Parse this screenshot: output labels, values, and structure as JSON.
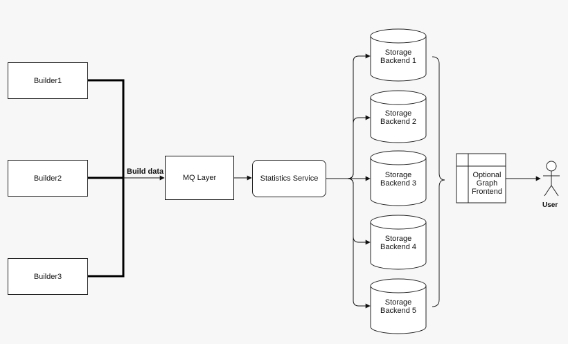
{
  "builders": [
    {
      "label": "Builder1"
    },
    {
      "label": "Builder2"
    },
    {
      "label": "Builder3"
    }
  ],
  "edge_label": "Build data",
  "mq_layer": {
    "label": "MQ Layer"
  },
  "statistics_service": {
    "label": "Statistics Service"
  },
  "storage_backends": [
    {
      "line1": "Storage",
      "line2": "Backend 1"
    },
    {
      "line1": "Storage",
      "line2": "Backend 2"
    },
    {
      "line1": "Storage",
      "line2": "Backend 3"
    },
    {
      "line1": "Storage",
      "line2": "Backend 4"
    },
    {
      "line1": "Storage",
      "line2": "Backend 5"
    }
  ],
  "graph_frontend": {
    "line1": "Optional",
    "line2": "Graph",
    "line3": "Frontend"
  },
  "user": {
    "label": "User"
  },
  "colors": {
    "background": "#f7f7f7",
    "stroke": "#222222",
    "fill": "#ffffff"
  }
}
